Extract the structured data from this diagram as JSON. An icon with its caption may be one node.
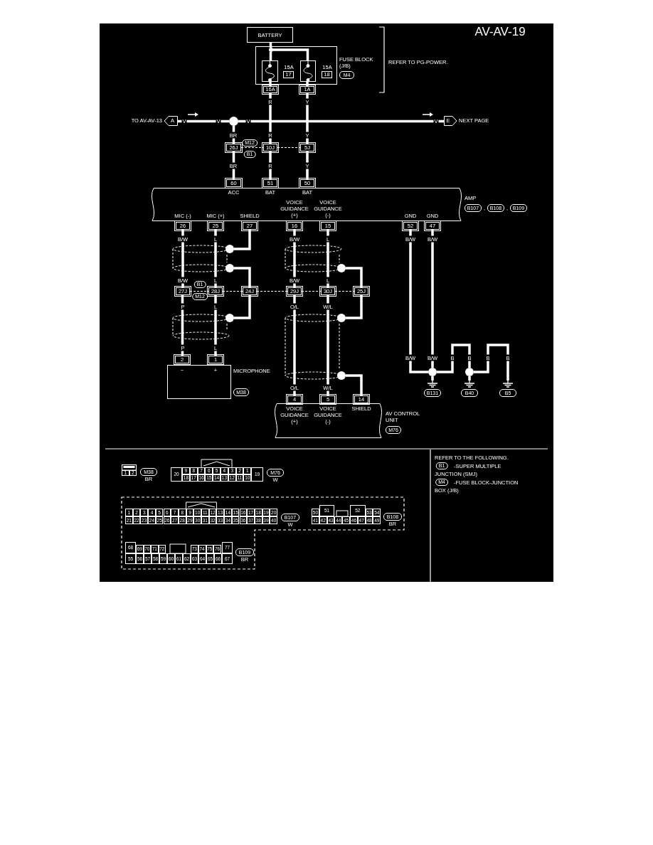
{
  "diagram": {
    "nodes": [
      {
        "text": [
          "BATTERY"
        ]
      },
      {
        "text": [
          "FUSE BLOCK (J/B)",
          "M4"
        ]
      },
      {
        "text": [
          "15A",
          "17"
        ],
        "in": 1
      },
      {
        "text": [
          "15A",
          "18"
        ],
        "in": 1
      },
      {
        "text": [
          "16A"
        ]
      },
      {
        "text": [
          "1A"
        ]
      },
      {
        "text": [
          "A"
        ],
        "beside": [
          "TO AV-AV-13"
        ]
      },
      {
        "text": [
          "E"
        ],
        "beside": [
          "NEXT PAGE"
        ]
      },
      {
        "text": [],
        "shape": "circle"
      },
      {
        "text": [
          "26J"
        ]
      },
      {
        "text": [
          "10J"
        ]
      },
      {
        "text": [
          "5J"
        ]
      },
      {
        "text": [
          "60"
        ]
      },
      {
        "text": [
          "51"
        ]
      },
      {
        "text": [
          "50"
        ]
      },
      {
        "text": [
          "AMP",
          "B107",
          ",",
          "B108",
          ",",
          "B109"
        ]
      },
      {
        "text": [
          "26"
        ]
      },
      {
        "text": [
          "25"
        ]
      },
      {
        "text": [
          "27"
        ]
      },
      {
        "text": [
          "16"
        ]
      },
      {
        "text": [
          "15"
        ]
      },
      {
        "text": [
          "52"
        ]
      },
      {
        "text": [
          "47"
        ]
      },
      {
        "text": [],
        "shape": "circle"
      },
      {
        "text": [],
        "shape": "circle"
      },
      {
        "text": [],
        "shape": "circle"
      },
      {
        "text": [
          "27J"
        ]
      },
      {
        "text": [
          "28J"
        ]
      },
      {
        "text": [
          "24J"
        ]
      },
      {
        "text": [
          "29J"
        ]
      },
      {
        "text": [
          "30J"
        ]
      },
      {
        "text": [
          "25J"
        ]
      },
      {
        "text": [],
        "shape": "circle"
      },
      {
        "text": [],
        "shape": "circle"
      },
      {
        "text": [
          "2"
        ]
      },
      {
        "text": [
          "1"
        ]
      },
      {
        "text": [
          "MICROPHONE",
          "M38"
        ]
      },
      {
        "text": [],
        "shape": "circle"
      },
      {
        "text": [
          "4"
        ]
      },
      {
        "text": [
          "5"
        ]
      },
      {
        "text": [
          "14"
        ]
      },
      {
        "text": [
          "AV CONTROL UNIT",
          "M76"
        ]
      },
      {
        "text": [],
        "shape": "circle"
      },
      {
        "text": [],
        "shape": "circle"
      },
      {
        "text": [
          "B131"
        ]
      },
      {
        "text": [
          "B40"
        ]
      },
      {
        "text": [
          "B5"
        ]
      },
      {
        "text": [
          "1",
          "2",
          "M38",
          "BR"
        ]
      },
      {
        "text": [
          "20",
          "9",
          "8",
          "7",
          "6",
          "5",
          "4",
          "3",
          "2",
          "1",
          "19",
          "18",
          "17",
          "16",
          "15",
          "14",
          "13",
          "12",
          "11",
          "10",
          "M76",
          "W"
        ]
      },
      {
        "text": [
          "1",
          "2",
          "3",
          "4",
          "5",
          "6",
          "7",
          "8",
          "9",
          "10",
          "11",
          "12",
          "13",
          "14",
          "15",
          "16",
          "17",
          "18",
          "19",
          "20",
          "21",
          "22",
          "23",
          "24",
          "25",
          "26",
          "27",
          "28",
          "29",
          "30",
          "31",
          "32",
          "33",
          "34",
          "35",
          "36",
          "37",
          "38",
          "39",
          "40",
          "B107",
          "W"
        ]
      },
      {
        "text": [
          "50",
          "51",
          "52",
          "53",
          "54",
          "41",
          "42",
          "43",
          "44",
          "45",
          "46",
          "47",
          "48",
          "49",
          "B108",
          "BR"
        ]
      },
      {
        "text": [
          "68",
          "69",
          "70",
          "71",
          "72",
          "73",
          "74",
          "75",
          "76",
          "77",
          "55",
          "56",
          "57",
          "58",
          "59",
          "60",
          "61",
          "62",
          "63",
          "64",
          "65",
          "66",
          "67",
          "B109",
          "BR"
        ]
      },
      {
        "text": [],
        "shape": "circle",
        "in": 1
      }
    ],
    "edges": [
      {
        "from": 0,
        "to": 52,
        "arrow": "none"
      },
      {
        "from": 52,
        "to": 2,
        "arrow": "none"
      },
      {
        "from": 2,
        "to": 4,
        "arrow": "none"
      },
      {
        "from": 3,
        "to": 5,
        "arrow": "none"
      },
      {
        "from": 6,
        "to": 8,
        "arrow": "none"
      },
      {
        "from": 8,
        "to": 7,
        "arrow": "none"
      },
      {
        "from": 8,
        "to": 9,
        "arrow": "none"
      },
      {
        "from": 4,
        "to": 10,
        "arrow": "none"
      },
      {
        "from": 5,
        "to": 11,
        "arrow": "none"
      },
      {
        "from": 9,
        "to": 10,
        "arrow": "none",
        "style": "dashed"
      },
      {
        "from": 10,
        "to": 11,
        "arrow": "none",
        "style": "dashed"
      },
      {
        "from": 9,
        "to": 12,
        "arrow": "none"
      },
      {
        "from": 10,
        "to": 13,
        "arrow": "none"
      },
      {
        "from": 11,
        "to": 14,
        "arrow": "none"
      },
      {
        "from": 16,
        "to": 26,
        "arrow": "none"
      },
      {
        "from": 17,
        "to": 27,
        "arrow": "none"
      },
      {
        "from": 18,
        "to": 23,
        "arrow": "none"
      },
      {
        "from": 24,
        "to": 28,
        "arrow": "none"
      },
      {
        "from": 19,
        "to": 29,
        "arrow": "none"
      },
      {
        "from": 20,
        "to": 30,
        "arrow": "none"
      },
      {
        "from": 25,
        "to": 31,
        "arrow": "none"
      },
      {
        "from": 26,
        "to": 27,
        "arrow": "none",
        "style": "dashed"
      },
      {
        "from": 27,
        "to": 28,
        "arrow": "none",
        "style": "dashed"
      },
      {
        "from": 28,
        "to": 29,
        "arrow": "none",
        "style": "dashed"
      },
      {
        "from": 29,
        "to": 30,
        "arrow": "none",
        "style": "dashed"
      },
      {
        "from": 30,
        "to": 31,
        "arrow": "none",
        "style": "dashed"
      },
      {
        "from": 26,
        "to": 34,
        "arrow": "none"
      },
      {
        "from": 27,
        "to": 35,
        "arrow": "none"
      },
      {
        "from": 28,
        "to": 32,
        "arrow": "none"
      },
      {
        "from": 29,
        "to": 38,
        "arrow": "none"
      },
      {
        "from": 30,
        "to": 39,
        "arrow": "none"
      },
      {
        "from": 31,
        "to": 33,
        "arrow": "none"
      },
      {
        "from": 37,
        "to": 40,
        "arrow": "none"
      },
      {
        "from": 21,
        "to": 42,
        "arrow": "none"
      },
      {
        "from": 22,
        "to": 42,
        "arrow": "none"
      },
      {
        "from": 42,
        "to": 43,
        "arrow": "none"
      },
      {
        "from": 43,
        "to": 46,
        "arrow": "none"
      },
      {
        "from": 42,
        "to": 44,
        "arrow": "none"
      },
      {
        "from": 43,
        "to": 45,
        "arrow": "none"
      },
      {
        "from": 52,
        "to": 3,
        "arrow": "none"
      }
    ],
    "labels": [
      "AV-AV-19",
      "REFER TO PG-POWER.",
      "V",
      "V",
      "V",
      "V",
      "R",
      "Y",
      "BR",
      "R",
      "Y",
      "M12",
      "B1",
      "BR",
      "R",
      "Y",
      "B/W",
      "L",
      "B/W",
      "L",
      "B/W",
      "B/W",
      "B/W",
      "B1",
      "L",
      "M12",
      "B/W",
      "L",
      "P",
      "L",
      "O/L",
      "W/L",
      "P",
      "L",
      "B/W",
      "B/W",
      "B",
      "B",
      "B",
      "B",
      "O/L",
      "W/L",
      "REFER TO THE FOLLOWING.",
      "B1",
      "-SUPER MULTIPLE JUNCTION (SMJ)",
      "M4",
      "-FUSE BLOCK-JUNCTION BOX (J/B)",
      "ACC",
      "BAT",
      "BAT",
      "MIC (-)",
      "MIC (+)",
      "SHIELD",
      "VOICE GUIDANCE (+)",
      "VOICE GUIDANCE (-)",
      "GND",
      "GND",
      "−",
      "+",
      "VOICE GUIDANCE (+)",
      "VOICE GUIDANCE (-)",
      "SHIELD"
    ]
  }
}
